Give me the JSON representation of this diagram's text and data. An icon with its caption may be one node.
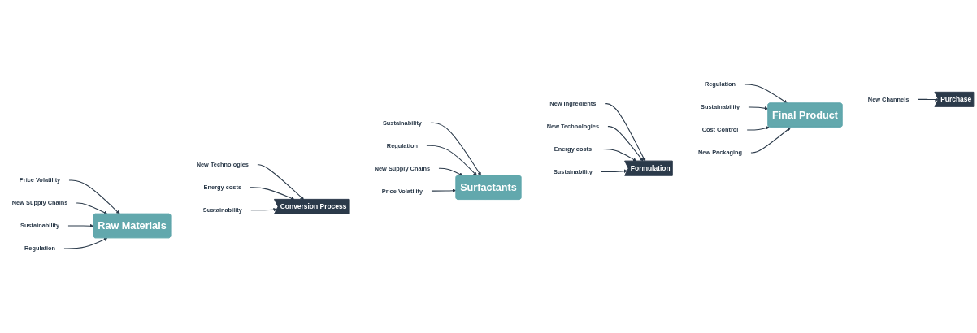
{
  "diagram": {
    "nodes": [
      {
        "text": [
          "Raw Materials"
        ]
      },
      {
        "text": [
          "Conversion Process"
        ]
      },
      {
        "text": [
          "Surfactants"
        ]
      },
      {
        "text": [
          "Formulation"
        ]
      },
      {
        "text": [
          "Final Product"
        ]
      },
      {
        "text": [
          "Purchase"
        ]
      },
      {
        "text": [
          "Price Volatility"
        ]
      },
      {
        "text": [
          "New Supply Chains"
        ]
      },
      {
        "text": [
          "New Technologies"
        ]
      },
      {
        "text": [
          "Sustainability"
        ]
      },
      {
        "text": [
          "Regulation"
        ]
      },
      {
        "text": [
          "Energy costs"
        ]
      },
      {
        "text": [
          "Sustainability"
        ]
      },
      {
        "text": [
          "Sustainability"
        ]
      },
      {
        "text": [
          "Regulation"
        ]
      },
      {
        "text": [
          "New Supply Chains"
        ]
      },
      {
        "text": [
          "Price Volatility"
        ]
      },
      {
        "text": [
          "New Ingredients"
        ]
      },
      {
        "text": [
          "New Technologies"
        ]
      },
      {
        "text": [
          "Energy costs"
        ]
      },
      {
        "text": [
          "Sustainability"
        ]
      },
      {
        "text": [
          "Regulation"
        ]
      },
      {
        "text": [
          "Sustainability"
        ]
      },
      {
        "text": [
          "Cost Control"
        ]
      },
      {
        "text": [
          "New Packaging"
        ]
      },
      {
        "text": [
          "New Channels"
        ]
      }
    ],
    "edges": [
      {
        "from": 6,
        "to": 0,
        "arrow": "to"
      },
      {
        "from": 7,
        "to": 0,
        "arrow": "to"
      },
      {
        "from": 9,
        "to": 0,
        "arrow": "to"
      },
      {
        "from": 10,
        "to": 0,
        "arrow": "to"
      },
      {
        "from": 8,
        "to": 1,
        "arrow": "to"
      },
      {
        "from": 11,
        "to": 1,
        "arrow": "to"
      },
      {
        "from": 12,
        "to": 1,
        "arrow": "to"
      },
      {
        "from": 13,
        "to": 2,
        "arrow": "to"
      },
      {
        "from": 14,
        "to": 2,
        "arrow": "to"
      },
      {
        "from": 15,
        "to": 2,
        "arrow": "to"
      },
      {
        "from": 16,
        "to": 2,
        "arrow": "to"
      },
      {
        "from": 17,
        "to": 3,
        "arrow": "to"
      },
      {
        "from": 18,
        "to": 3,
        "arrow": "to"
      },
      {
        "from": 19,
        "to": 3,
        "arrow": "to"
      },
      {
        "from": 20,
        "to": 3,
        "arrow": "to"
      },
      {
        "from": 21,
        "to": 4,
        "arrow": "to"
      },
      {
        "from": 22,
        "to": 4,
        "arrow": "to"
      },
      {
        "from": 23,
        "to": 4,
        "arrow": "to"
      },
      {
        "from": 24,
        "to": 4,
        "arrow": "to"
      },
      {
        "from": 25,
        "to": 5,
        "arrow": "to"
      }
    ]
  }
}
